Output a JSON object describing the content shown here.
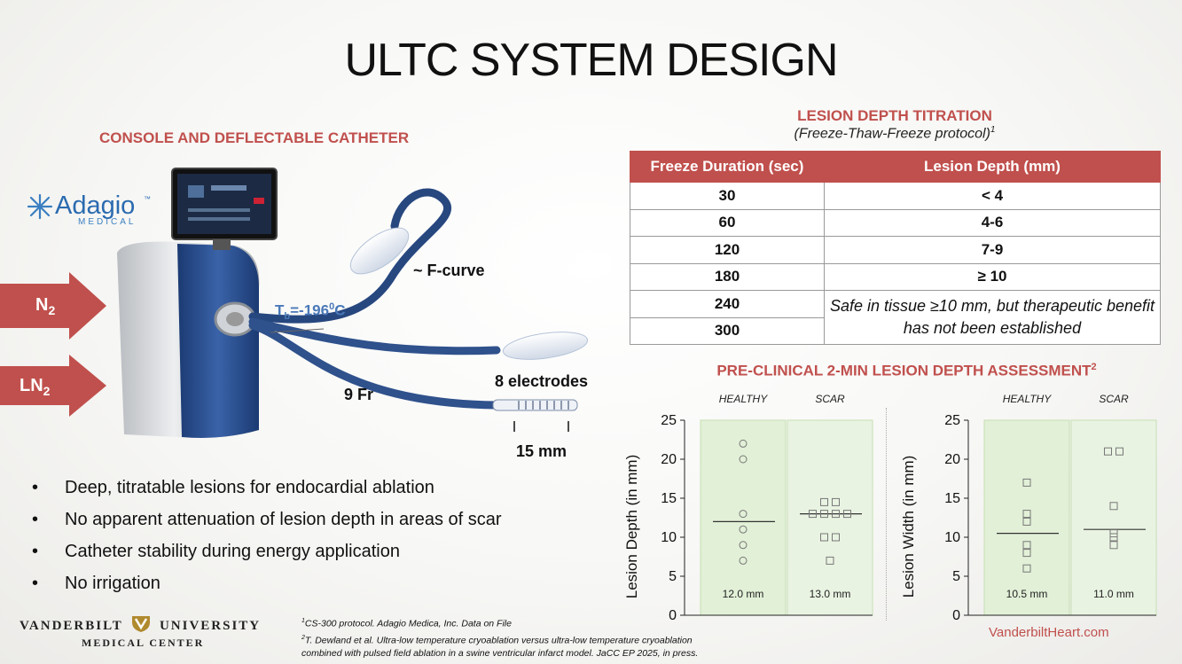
{
  "slide": {
    "title": "ULTC SYSTEM DESIGN",
    "console_heading": "CONSOLE AND DEFLECTABLE CATHETER",
    "brand": {
      "name": "Adagio",
      "tm": "™",
      "sub": "MEDICAL"
    }
  },
  "diagram": {
    "gas_in": [
      {
        "base": "N",
        "subscript": "2"
      },
      {
        "base": "LN",
        "subscript": "2"
      }
    ],
    "temp_label": {
      "prefix": "T",
      "subscript": "b",
      "value": "=-196",
      "superscript": "0",
      "unit": "C"
    },
    "f_curve": "~ F-curve",
    "french_size": "9 Fr",
    "electrodes": "8 electrodes",
    "length": "15 mm"
  },
  "lesion_table": {
    "title": "LESION DEPTH TITRATION",
    "subtitle": "(Freeze-Thaw-Freeze protocol)",
    "subtitle_ref": "1",
    "headers": [
      "Freeze Duration (sec)",
      "Lesion Depth (mm)"
    ],
    "rows": [
      [
        "30",
        "< 4"
      ],
      [
        "60",
        "4-6"
      ],
      [
        "120",
        "7-9"
      ],
      [
        "180",
        "≥ 10"
      ],
      [
        "240",
        ""
      ],
      [
        "300",
        ""
      ]
    ],
    "merged_note": "Safe in tissue ≥10 mm, but therapeutic benefit has not been established"
  },
  "preclinical": {
    "title": "PRE-CLINICAL 2-MIN LESION DEPTH ASSESSMENT",
    "title_ref": "2"
  },
  "chart_data": [
    {
      "type": "scatter",
      "ylabel": "Lesion Depth (in mm)",
      "ylim": [
        0,
        25
      ],
      "yticks": [
        0,
        5,
        10,
        15,
        20,
        25
      ],
      "groups": [
        {
          "name": "HEALTHY",
          "marker": "circle",
          "median_label": "12.0 mm",
          "median": 12.0,
          "points": [
            22,
            20,
            13,
            11,
            9,
            7
          ]
        },
        {
          "name": "SCAR",
          "marker": "square",
          "median_label": "13.0 mm",
          "median": 13.0,
          "points": [
            14.5,
            14.5,
            13,
            13,
            13,
            13,
            10,
            10,
            7
          ]
        }
      ]
    },
    {
      "type": "scatter",
      "ylabel": "Lesion Width (in mm)",
      "ylim": [
        0,
        25
      ],
      "yticks": [
        0,
        5,
        10,
        15,
        20,
        25
      ],
      "groups": [
        {
          "name": "HEALTHY",
          "marker": "square",
          "median_label": "10.5 mm",
          "median": 10.5,
          "points": [
            17,
            13,
            12,
            9,
            8,
            6
          ]
        },
        {
          "name": "SCAR",
          "marker": "square",
          "median_label": "11.0 mm",
          "median": 11.0,
          "points": [
            21,
            21,
            14,
            10.5,
            10,
            9
          ]
        }
      ]
    }
  ],
  "bullets": [
    "Deep, titratable lesions for endocardial ablation",
    "No apparent attenuation of lesion depth in areas of scar",
    "Catheter stability during energy application",
    "No irrigation"
  ],
  "footer": {
    "university_line1": "VANDERBILT",
    "university_line1b": "UNIVERSITY",
    "university_line2": "MEDICAL CENTER",
    "ref1_num": "1",
    "ref1": "CS-300 protocol. Adagio Medica, Inc. Data on File",
    "ref2_num": "2",
    "ref2_line1": "T. Dewland et al. Ultra-low temperature cryoablation versus ultra-low temperature cryoablation",
    "ref2_line2": "combined with pulsed field ablation in a swine ventricular infarct model. JaCC EP 2025, in press.",
    "website": "VanderbiltHeart.com"
  },
  "colors": {
    "accent_red": "#c0504d",
    "catheter_blue": "#1f3f7a",
    "green_bg": "#e4f1d9"
  }
}
